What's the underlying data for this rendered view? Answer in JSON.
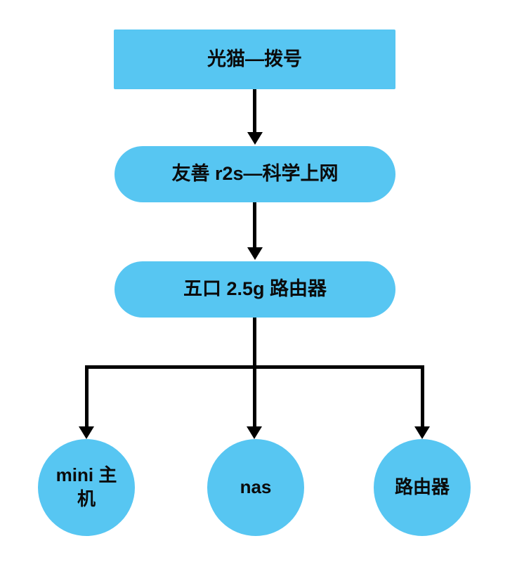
{
  "colors": {
    "node_fill": "#57C6F2",
    "line": "#000000",
    "background": "#ffffff",
    "text": "#0b0b0b"
  },
  "diagram": {
    "nodes": [
      {
        "id": "modem",
        "shape": "rectangle",
        "label": "光猫—拨号"
      },
      {
        "id": "r2s",
        "shape": "rounded",
        "label": "友善 r2s—科学上网"
      },
      {
        "id": "switch",
        "shape": "rounded",
        "label": "五口 2.5g 路由器"
      },
      {
        "id": "mini-host",
        "shape": "circle",
        "label": "mini 主机"
      },
      {
        "id": "nas",
        "shape": "circle",
        "label": "nas"
      },
      {
        "id": "router",
        "shape": "circle",
        "label": "路由器"
      }
    ],
    "edges": [
      {
        "from": "modem",
        "to": "r2s"
      },
      {
        "from": "r2s",
        "to": "switch"
      },
      {
        "from": "switch",
        "to": "mini-host"
      },
      {
        "from": "switch",
        "to": "nas"
      },
      {
        "from": "switch",
        "to": "router"
      }
    ]
  }
}
